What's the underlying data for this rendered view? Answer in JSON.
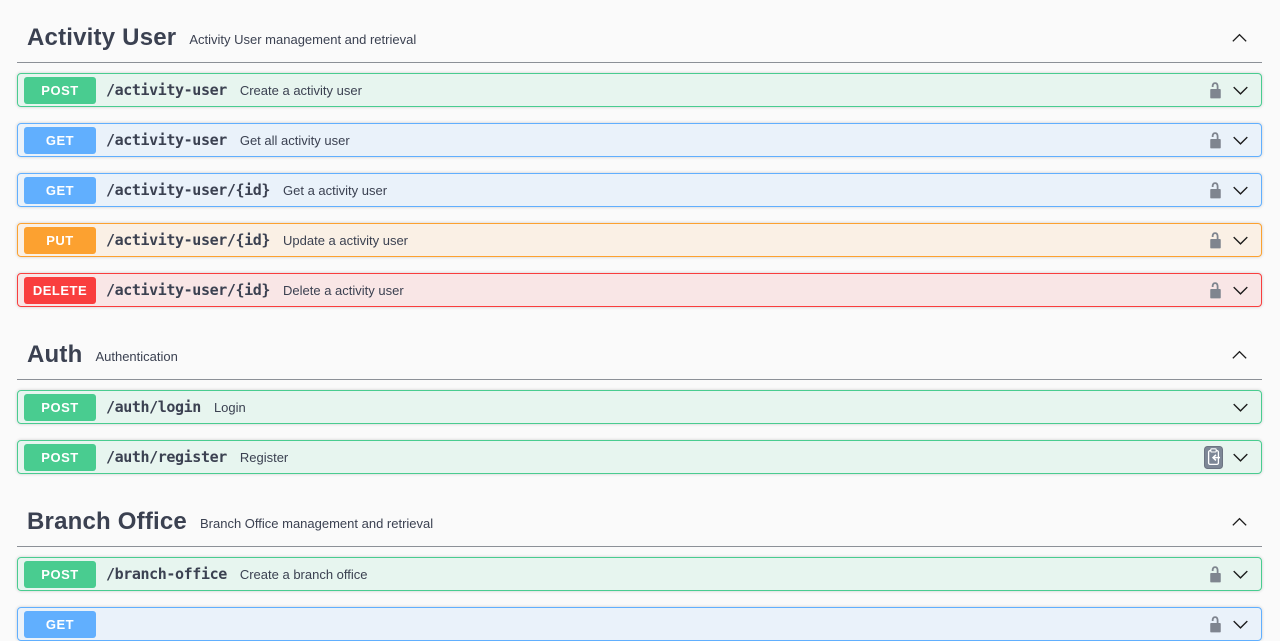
{
  "page": {
    "background_color": "#fafafa",
    "divider_color": "#8c9097",
    "text_color": "#3b4151"
  },
  "method_colors": {
    "POST": "#49cc90",
    "GET": "#61affe",
    "PUT": "#fca130",
    "DELETE": "#f93e3e"
  },
  "icon_colors": {
    "lock": "#7f858f",
    "chevron": "#1b1b1b",
    "clipboard_badge": "#7d8796"
  },
  "icons": {
    "section_collapse": "chevron-up-icon",
    "row_expand": "chevron-down-icon",
    "auth_optional": "lock-open-icon",
    "register_extra": "clipboard-import-icon"
  },
  "sections": [
    {
      "title": "Activity User",
      "description": "Activity User management and retrieval",
      "endpoints": [
        {
          "method": "POST",
          "path": "/activity-user",
          "summary": "Create a activity user",
          "lock": true,
          "clipboard": false
        },
        {
          "method": "GET",
          "path": "/activity-user",
          "summary": "Get all activity user",
          "lock": true,
          "clipboard": false
        },
        {
          "method": "GET",
          "path": "/activity-user/{id}",
          "summary": "Get a activity user",
          "lock": true,
          "clipboard": false
        },
        {
          "method": "PUT",
          "path": "/activity-user/{id}",
          "summary": "Update a activity user",
          "lock": true,
          "clipboard": false
        },
        {
          "method": "DELETE",
          "path": "/activity-user/{id}",
          "summary": "Delete a activity user",
          "lock": true,
          "clipboard": false
        }
      ]
    },
    {
      "title": "Auth",
      "description": "Authentication",
      "endpoints": [
        {
          "method": "POST",
          "path": "/auth/login",
          "summary": "Login",
          "lock": false,
          "clipboard": false
        },
        {
          "method": "POST",
          "path": "/auth/register",
          "summary": "Register",
          "lock": false,
          "clipboard": true
        }
      ]
    },
    {
      "title": "Branch Office",
      "description": "Branch Office management and retrieval",
      "endpoints": [
        {
          "method": "POST",
          "path": "/branch-office",
          "summary": "Create a branch office",
          "lock": true,
          "clipboard": false
        },
        {
          "method": "GET",
          "path": "",
          "summary": "",
          "lock": true,
          "clipboard": false
        }
      ]
    }
  ]
}
